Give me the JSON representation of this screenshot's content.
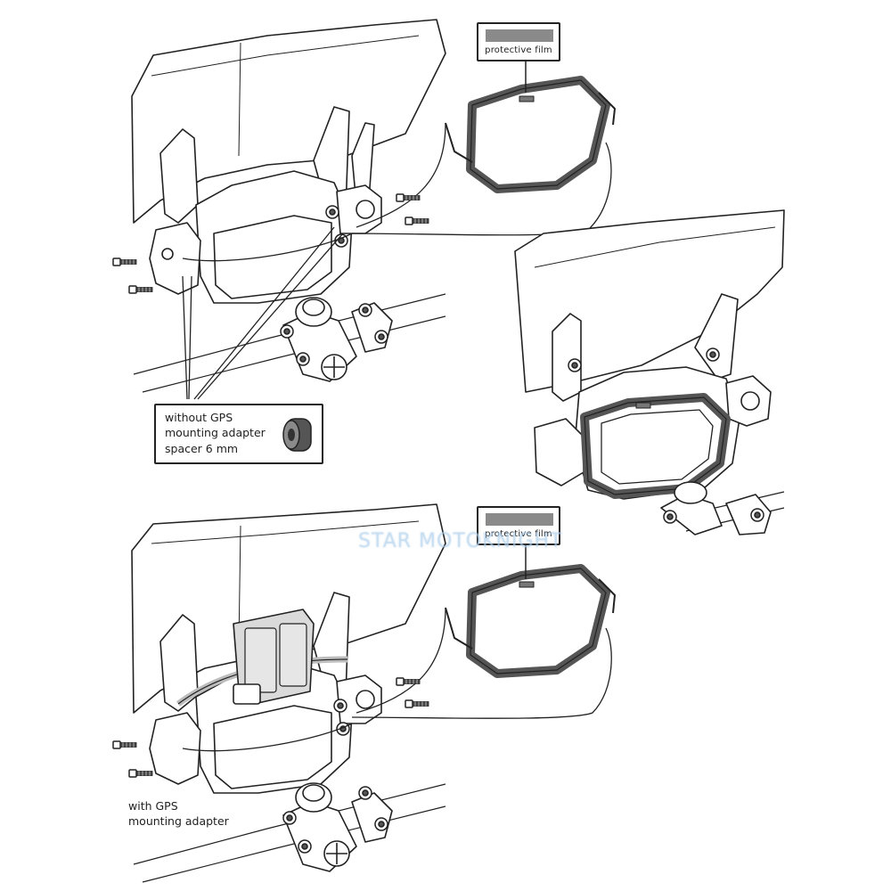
{
  "labels": {
    "protective_film_top": "protective film",
    "protective_film_bottom": "protective film",
    "spacer_line1": "without GPS",
    "spacer_line2": "mounting adapter",
    "spacer_line3": "spacer 6 mm",
    "gps_line1": "with GPS",
    "gps_line2": "mounting adapter"
  },
  "watermark": "STAR MOTOKNIGHT",
  "colors": {
    "line": "#222222",
    "film_swatch": "#8a8a8a",
    "frame_fill": "#c9c9c9",
    "adapter_fill": "#dadada",
    "watermark": "#b9d7f0"
  },
  "icons": [
    "bolt-icon",
    "spacer-icon",
    "crosshair-cap-icon"
  ]
}
